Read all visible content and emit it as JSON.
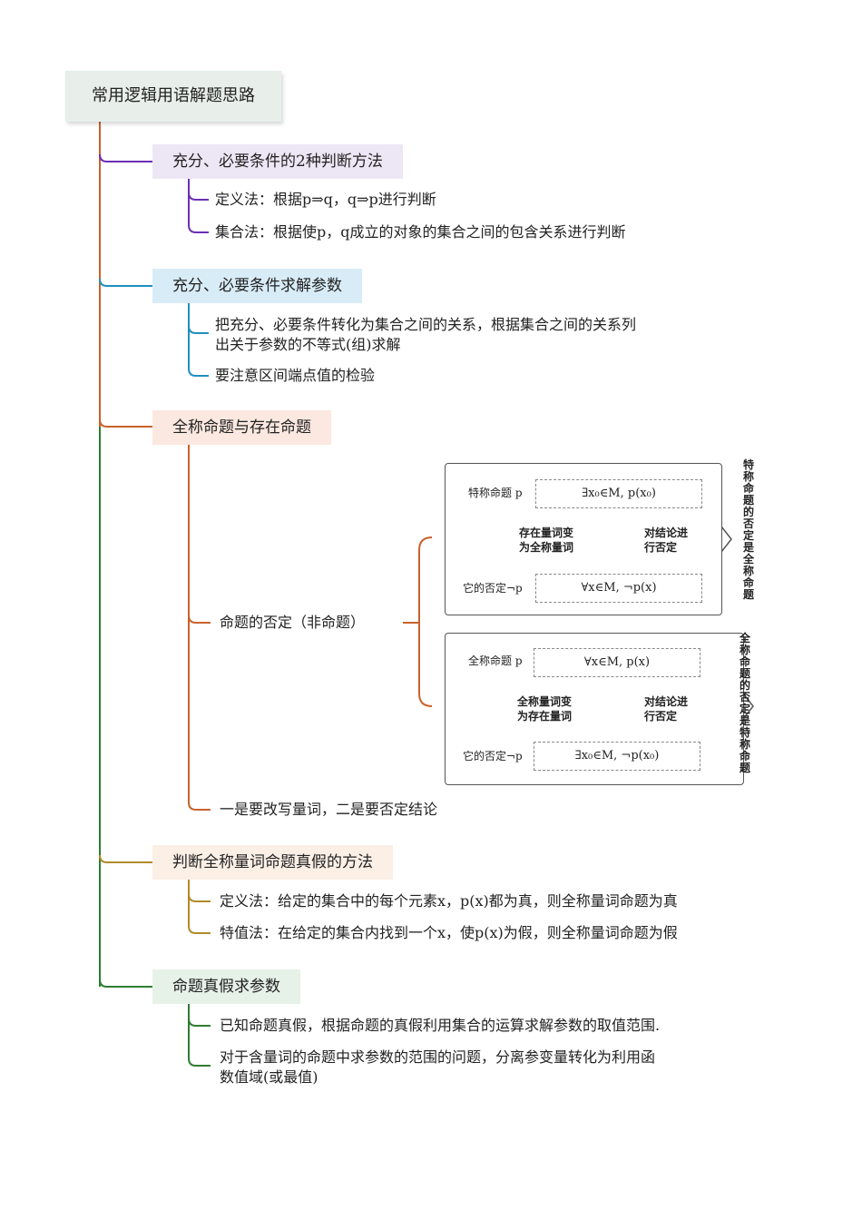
{
  "root": "常用逻辑用语解题思路",
  "topics": [
    {
      "title": "充分、必要条件的2种判断方法",
      "color": "#6b2fb3",
      "bg": "#ece6f5",
      "items": [
        "定义法：根据p⇒q，q⇒p进行判断",
        "集合法：根据使p，q成立的对象的集合之间的包含关系进行判断"
      ]
    },
    {
      "title": "充分、必要条件求解参数",
      "color": "#1f8fbf",
      "bg": "#d8ecf8",
      "items": [
        "把充分、必要条件转化为集合之间的关系，根据集合之间的关系列",
        "出关于参数的不等式(组)求解",
        "要注意区间端点值的检验"
      ]
    },
    {
      "title": "全称命题与存在命题",
      "color": "#c8622b",
      "bg": "#fbe8e0",
      "items": [
        "命题的否定（非命题）",
        "一是要改写量词，二是要否定结论"
      ]
    },
    {
      "title": "判断全称量词命题真假的方法",
      "color": "#b08a2a",
      "bg": "#fbefe6",
      "items": [
        "定义法：给定的集合中的每个元素x，p(x)都为真，则全称量词命题为真",
        "特值法：在给定的集合内找到一个x，使p(x)为假，则全称量词命题为假"
      ]
    },
    {
      "title": "命题真假求参数",
      "color": "#2e7d32",
      "bg": "#e6f1e8",
      "items": [
        "已知命题真假，根据命题的真假利用集合的运算求解参数的取值范围.",
        "对于含量词的命题中求参数的范围的问题，分离参变量转化为利用函",
        "数值域(或最值)"
      ]
    }
  ],
  "figure1": {
    "left_top": "特称命题 p",
    "formula_top": "∃x₀∈M, p(x₀)",
    "mid_left_1": "存在量词变",
    "mid_left_2": "为全称量词",
    "mid_right_1": "对结论进",
    "mid_right_2": "行否定",
    "left_bottom": "它的否定¬p",
    "formula_bottom": "∀x∈M, ¬p(x)",
    "side": "特称命题的否定是全称命题"
  },
  "figure2": {
    "left_top": "全称命题 p",
    "formula_top": "∀x∈M, p(x)",
    "mid_left_1": "全称量词变",
    "mid_left_2": "为存在量词",
    "mid_right_1": "对结论进",
    "mid_right_2": "行否定",
    "left_bottom": "它的否定¬p",
    "formula_bottom": "∃x₀∈M, ¬p(x₀)",
    "side": "全称命题的否定是特称命题"
  }
}
